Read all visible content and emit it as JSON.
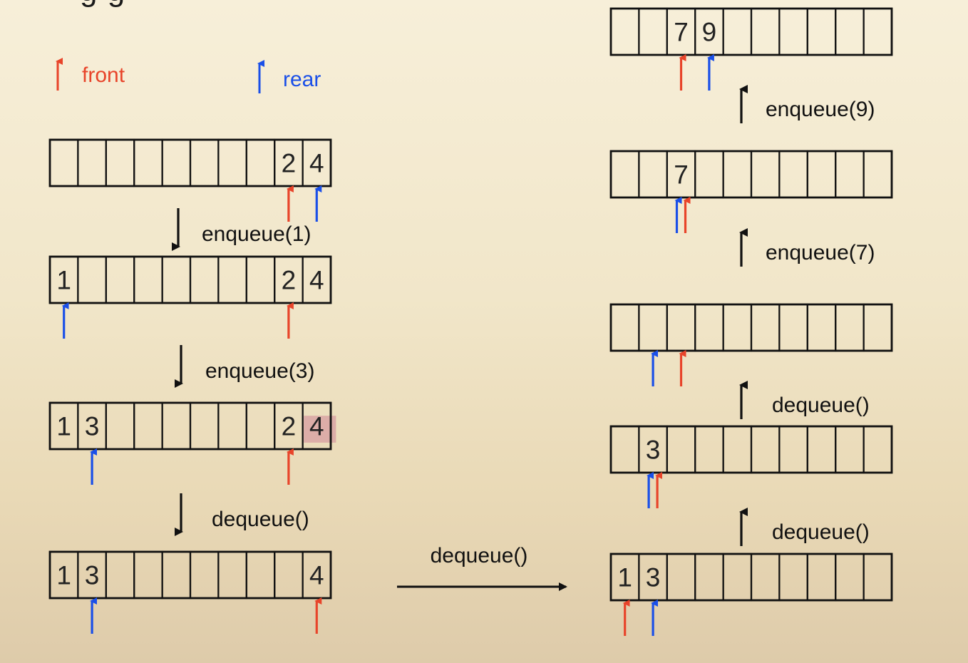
{
  "title_fragment": "g g",
  "legend": {
    "front_label": "front",
    "rear_label": "rear"
  },
  "colors": {
    "front": "#e8442a",
    "rear": "#1a4fe8",
    "op_arrow": "#111111",
    "highlight": "#d9a5a5"
  },
  "capacity": 10,
  "left_column": [
    {
      "cells": [
        "",
        "",
        "",
        "",
        "",
        "",
        "",
        "",
        "2",
        "4"
      ],
      "front": 8,
      "rear": 9
    },
    {
      "op": "enqueue(1)",
      "op_arrow": "down",
      "cells": [
        "1",
        "",
        "",
        "",
        "",
        "",
        "",
        "",
        "2",
        "4"
      ],
      "front": 8,
      "rear": 0
    },
    {
      "op": "enqueue(3)",
      "op_arrow": "down",
      "cells": [
        "1",
        "3",
        "",
        "",
        "",
        "",
        "",
        "",
        "2",
        "4"
      ],
      "front": 8,
      "rear": 1,
      "highlight": 9
    },
    {
      "op": "dequeue()",
      "op_arrow": "down",
      "cells": [
        "1",
        "3",
        "",
        "",
        "",
        "",
        "",
        "",
        "",
        "4"
      ],
      "front": 9,
      "rear": 1
    }
  ],
  "transition": {
    "label": "dequeue()"
  },
  "right_column": [
    {
      "cells": [
        "",
        "",
        "7",
        "9",
        "",
        "",
        "",
        "",
        "",
        ""
      ],
      "front": 2,
      "rear": 3
    },
    {
      "op": "enqueue(9)",
      "op_arrow": "up",
      "cells": [
        "",
        "",
        "7",
        "",
        "",
        "",
        "",
        "",
        "",
        ""
      ],
      "front": 2,
      "rear": 2
    },
    {
      "op": "enqueue(7)",
      "op_arrow": "up",
      "cells": [
        "",
        "",
        "",
        "",
        "",
        "",
        "",
        "",
        "",
        ""
      ],
      "front": 2,
      "rear": 1
    },
    {
      "op": "dequeue()",
      "op_arrow": "up",
      "cells": [
        "",
        "3",
        "",
        "",
        "",
        "",
        "",
        "",
        "",
        ""
      ],
      "front": 1,
      "rear": 1
    },
    {
      "op": "dequeue()",
      "op_arrow": "up",
      "cells": [
        "1",
        "3",
        "",
        "",
        "",
        "",
        "",
        "",
        "",
        ""
      ],
      "front": 0,
      "rear": 1
    }
  ]
}
